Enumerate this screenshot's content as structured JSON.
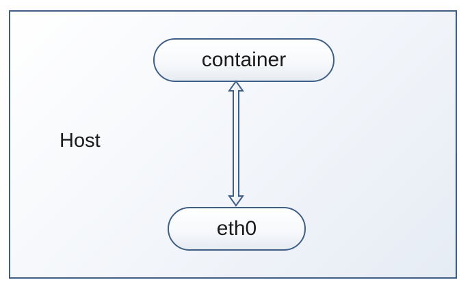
{
  "host": {
    "label": "Host"
  },
  "nodes": {
    "container": {
      "label": "container"
    },
    "interface": {
      "label": "eth0"
    }
  },
  "connector": {
    "type": "double-arrow",
    "direction": "vertical"
  },
  "colors": {
    "border": "#3e5e86",
    "text": "#1a1a1a",
    "background": "#ffffff"
  }
}
